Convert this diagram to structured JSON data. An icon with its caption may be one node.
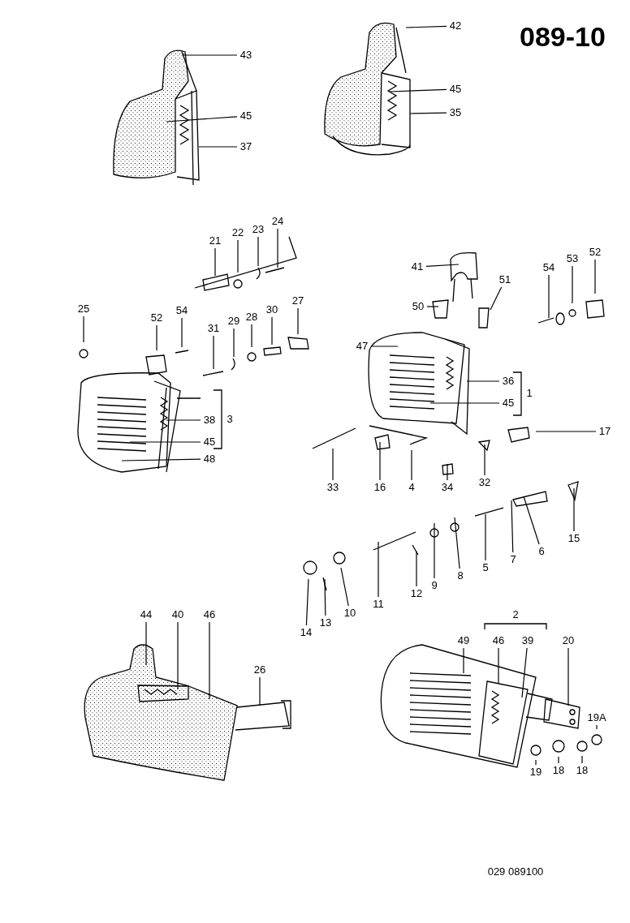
{
  "diagram": {
    "title": "089-10",
    "nodes": [
      {
        "text": [
          "43"
        ]
      },
      {
        "text": [
          "45"
        ]
      },
      {
        "text": [
          "37"
        ]
      },
      {
        "text": [
          "42"
        ]
      },
      {
        "text": [
          "45"
        ]
      },
      {
        "text": [
          "35"
        ]
      },
      {
        "text": [
          "21"
        ]
      },
      {
        "text": [
          "22"
        ]
      },
      {
        "text": [
          "23"
        ]
      },
      {
        "text": [
          "24"
        ]
      },
      {
        "text": [
          "25"
        ]
      },
      {
        "text": [
          "52"
        ]
      },
      {
        "text": [
          "54"
        ]
      },
      {
        "text": [
          "31"
        ]
      },
      {
        "text": [
          "29"
        ]
      },
      {
        "text": [
          "28"
        ]
      },
      {
        "text": [
          "30"
        ]
      },
      {
        "text": [
          "27"
        ]
      },
      {
        "text": [
          "38"
        ]
      },
      {
        "text": [
          "45"
        ]
      },
      {
        "text": [
          "48"
        ]
      },
      {
        "text": [
          "41"
        ]
      },
      {
        "text": [
          "50"
        ]
      },
      {
        "text": [
          "51"
        ]
      },
      {
        "text": [
          "54"
        ]
      },
      {
        "text": [
          "53"
        ]
      },
      {
        "text": [
          "52"
        ]
      },
      {
        "text": [
          "47"
        ]
      },
      {
        "text": [
          "36"
        ]
      },
      {
        "text": [
          "45"
        ]
      },
      {
        "text": [
          "17"
        ]
      },
      {
        "text": [
          "33"
        ]
      },
      {
        "text": [
          "16"
        ]
      },
      {
        "text": [
          "4"
        ]
      },
      {
        "text": [
          "34"
        ]
      },
      {
        "text": [
          "32"
        ]
      },
      {
        "text": [
          "15"
        ]
      },
      {
        "text": [
          "6"
        ]
      },
      {
        "text": [
          "7"
        ]
      },
      {
        "text": [
          "5"
        ]
      },
      {
        "text": [
          "8"
        ]
      },
      {
        "text": [
          "9"
        ]
      },
      {
        "text": [
          "12"
        ]
      },
      {
        "text": [
          "11"
        ]
      },
      {
        "text": [
          "10"
        ]
      },
      {
        "text": [
          "13"
        ]
      },
      {
        "text": [
          "14"
        ]
      },
      {
        "text": [
          "49"
        ]
      },
      {
        "text": [
          "46"
        ]
      },
      {
        "text": [
          "39"
        ]
      },
      {
        "text": [
          "20"
        ]
      },
      {
        "text": [
          "19A"
        ]
      },
      {
        "text": [
          "19"
        ]
      },
      {
        "text": [
          "18"
        ]
      },
      {
        "text": [
          "18"
        ]
      },
      {
        "text": [
          "44"
        ]
      },
      {
        "text": [
          "40"
        ]
      },
      {
        "text": [
          "46"
        ]
      },
      {
        "text": [
          "26"
        ]
      }
    ],
    "edges": [
      {
        "from": 0,
        "to": null,
        "arrow": "none"
      },
      {
        "from": 1,
        "to": null,
        "arrow": "none"
      },
      {
        "from": 2,
        "to": null,
        "arrow": "none"
      },
      {
        "from": 3,
        "to": null,
        "arrow": "none"
      },
      {
        "from": 4,
        "to": null,
        "arrow": "none"
      },
      {
        "from": 5,
        "to": null,
        "arrow": "none"
      },
      {
        "from": 6,
        "to": null,
        "arrow": "none"
      },
      {
        "from": 7,
        "to": null,
        "arrow": "none"
      },
      {
        "from": 8,
        "to": null,
        "arrow": "none"
      },
      {
        "from": 9,
        "to": null,
        "arrow": "none"
      },
      {
        "from": 10,
        "to": null,
        "arrow": "none"
      },
      {
        "from": 11,
        "to": null,
        "arrow": "none"
      },
      {
        "from": 12,
        "to": null,
        "arrow": "none"
      },
      {
        "from": 13,
        "to": null,
        "arrow": "none"
      },
      {
        "from": 14,
        "to": null,
        "arrow": "none"
      },
      {
        "from": 15,
        "to": null,
        "arrow": "none"
      },
      {
        "from": 16,
        "to": null,
        "arrow": "none"
      },
      {
        "from": 17,
        "to": null,
        "arrow": "none"
      },
      {
        "from": 18,
        "to": null,
        "arrow": "none"
      },
      {
        "from": 19,
        "to": null,
        "arrow": "none"
      },
      {
        "from": 20,
        "to": null,
        "arrow": "none"
      },
      {
        "from": 21,
        "to": null,
        "arrow": "none"
      },
      {
        "from": 22,
        "to": null,
        "arrow": "none"
      },
      {
        "from": 23,
        "to": null,
        "arrow": "none"
      },
      {
        "from": 24,
        "to": null,
        "arrow": "none"
      },
      {
        "from": 25,
        "to": null,
        "arrow": "none"
      },
      {
        "from": 26,
        "to": null,
        "arrow": "none"
      },
      {
        "from": 27,
        "to": null,
        "arrow": "none"
      },
      {
        "from": 28,
        "to": null,
        "arrow": "none"
      },
      {
        "from": 29,
        "to": null,
        "arrow": "none"
      },
      {
        "from": 30,
        "to": null,
        "arrow": "none"
      },
      {
        "from": 31,
        "to": null,
        "arrow": "none"
      },
      {
        "from": 32,
        "to": null,
        "arrow": "none"
      },
      {
        "from": 33,
        "to": null,
        "arrow": "none"
      },
      {
        "from": 34,
        "to": null,
        "arrow": "none"
      },
      {
        "from": 35,
        "to": null,
        "arrow": "none"
      },
      {
        "from": 36,
        "to": null,
        "arrow": "none"
      },
      {
        "from": 37,
        "to": null,
        "arrow": "none"
      },
      {
        "from": 38,
        "to": null,
        "arrow": "none"
      },
      {
        "from": 39,
        "to": null,
        "arrow": "none"
      },
      {
        "from": 40,
        "to": null,
        "arrow": "none"
      },
      {
        "from": 41,
        "to": null,
        "arrow": "none"
      },
      {
        "from": 42,
        "to": null,
        "arrow": "none"
      },
      {
        "from": 43,
        "to": null,
        "arrow": "none"
      },
      {
        "from": 44,
        "to": null,
        "arrow": "none"
      },
      {
        "from": 45,
        "to": null,
        "arrow": "none"
      },
      {
        "from": 46,
        "to": null,
        "arrow": "none"
      },
      {
        "from": 47,
        "to": null,
        "arrow": "none"
      },
      {
        "from": 48,
        "to": null,
        "arrow": "none"
      },
      {
        "from": 49,
        "to": null,
        "arrow": "none"
      },
      {
        "from": 50,
        "to": null,
        "arrow": "none"
      },
      {
        "from": 51,
        "to": null,
        "arrow": "none"
      },
      {
        "from": 52,
        "to": null,
        "arrow": "none"
      },
      {
        "from": 53,
        "to": null,
        "arrow": "none"
      },
      {
        "from": 54,
        "to": null,
        "arrow": "none"
      },
      {
        "from": 55,
        "to": null,
        "arrow": "none"
      },
      {
        "from": 56,
        "to": null,
        "arrow": "none"
      },
      {
        "from": 57,
        "to": null,
        "arrow": "none"
      },
      {
        "from": 58,
        "to": null,
        "arrow": "none"
      }
    ],
    "labels": [
      "3",
      "1",
      "2",
      "029 089100"
    ]
  }
}
